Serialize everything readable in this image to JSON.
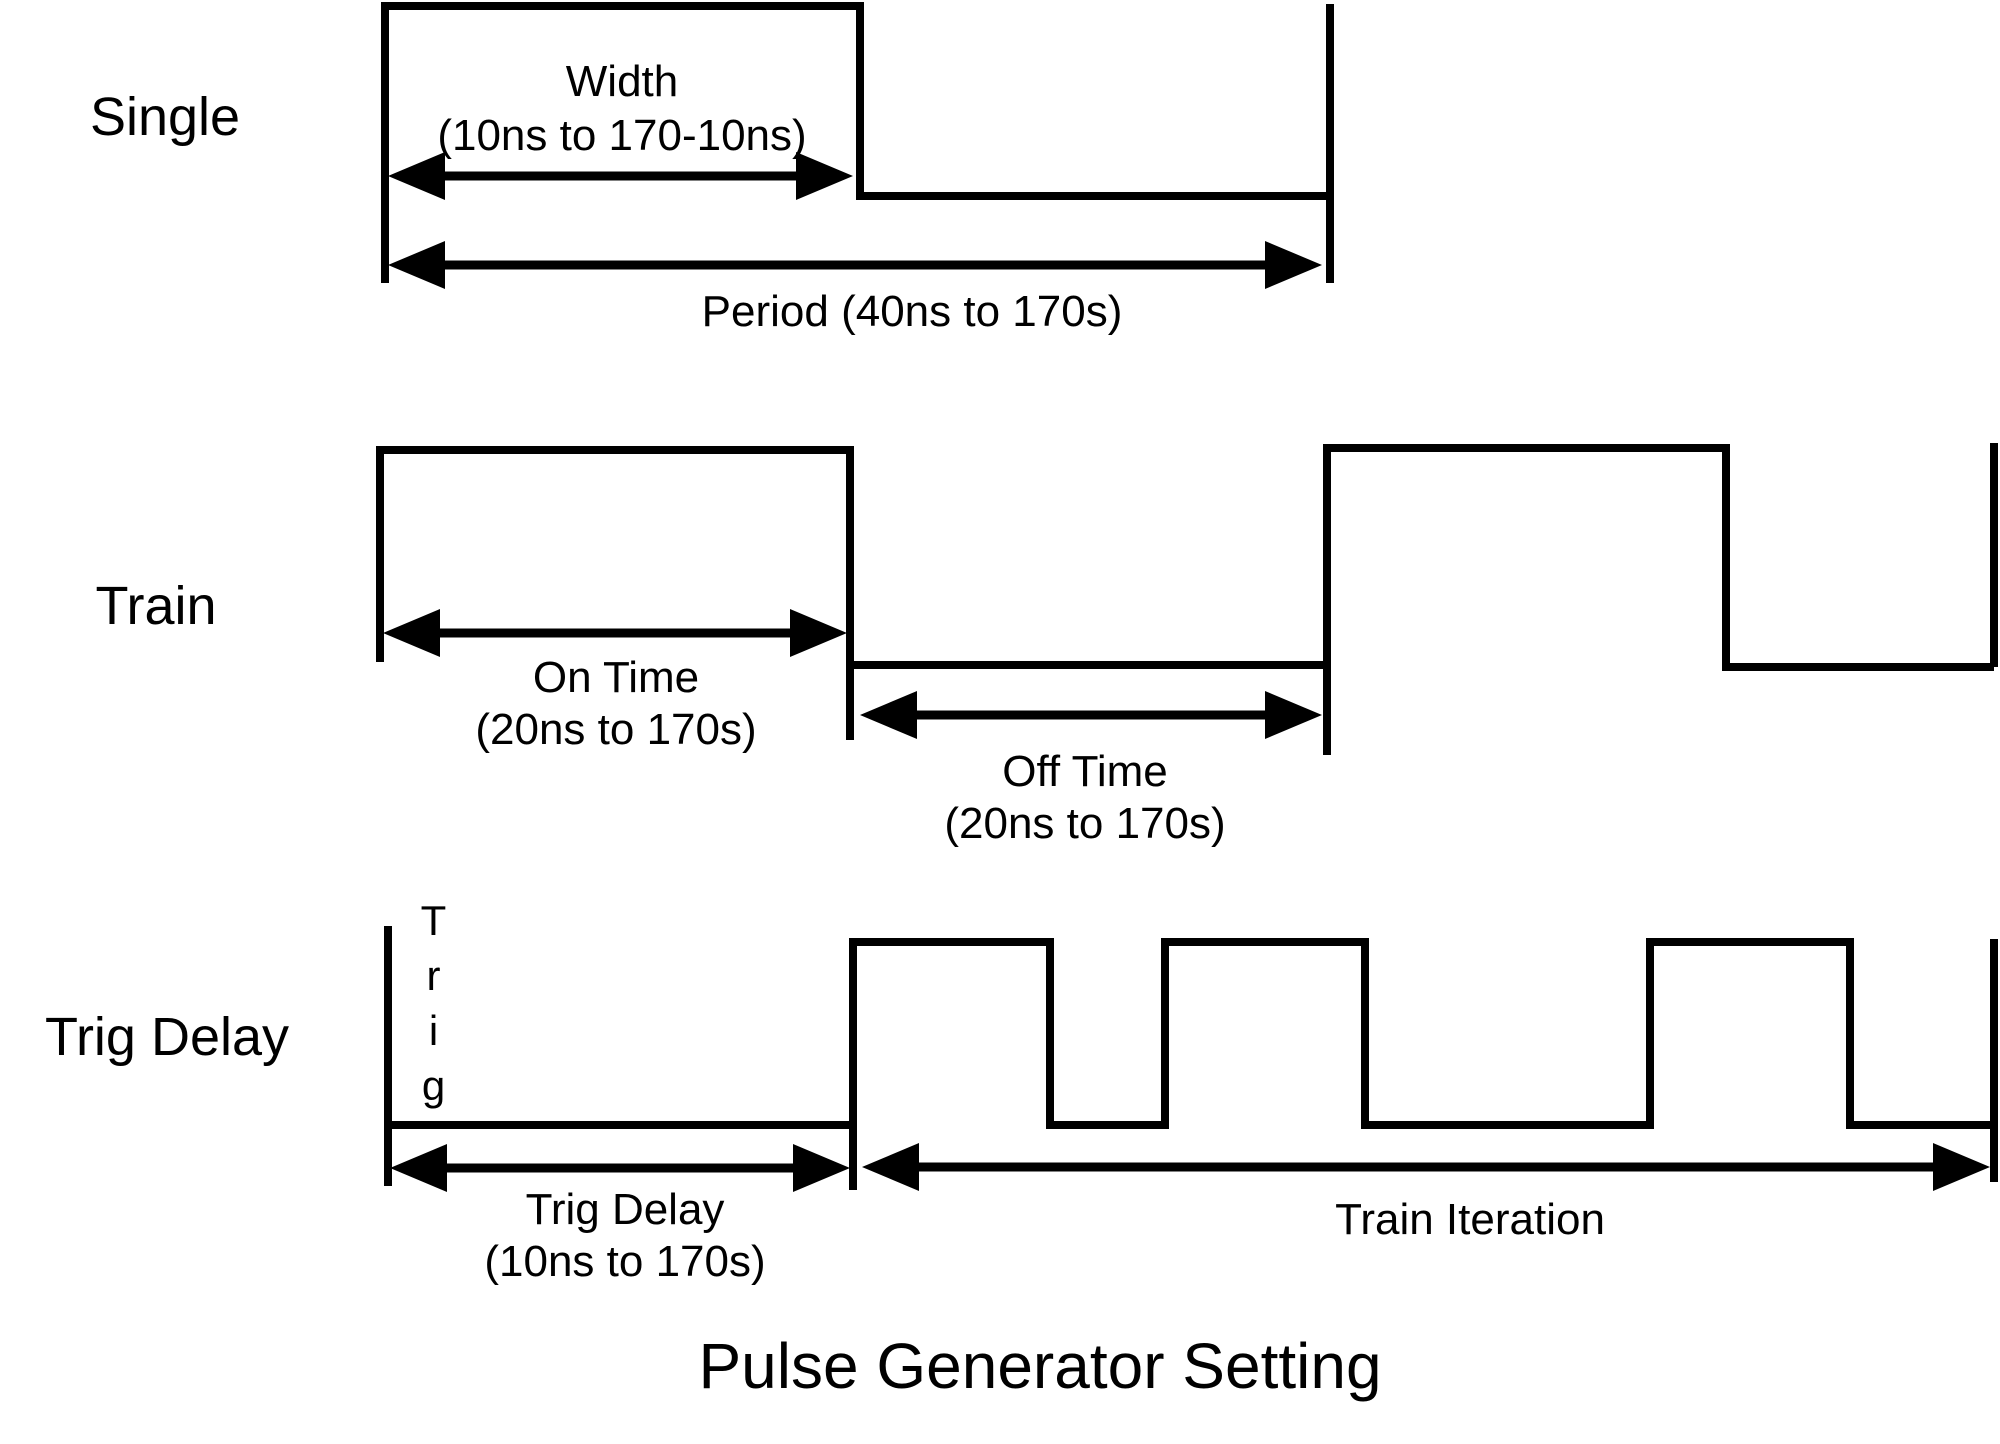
{
  "title": "Pulse Generator Setting",
  "colors": {
    "ink": "#000000",
    "background": "#ffffff"
  },
  "rows": {
    "single": {
      "label": "Single",
      "width_label": "Width",
      "width_range": "(10ns to 170-10ns)",
      "period_label": "Period (40ns to 170s)"
    },
    "train": {
      "label": "Train",
      "on_time_label": "On Time",
      "on_time_range": "(20ns to 170s)",
      "off_time_label": "Off Time",
      "off_time_range": "(20ns to 170s)"
    },
    "trig_delay": {
      "label": "Trig Delay",
      "trig_marker_label": "Trig",
      "delay_label": "Trig Delay",
      "delay_range": "(10ns to 170s)",
      "iteration_label": "Train Iteration"
    }
  }
}
